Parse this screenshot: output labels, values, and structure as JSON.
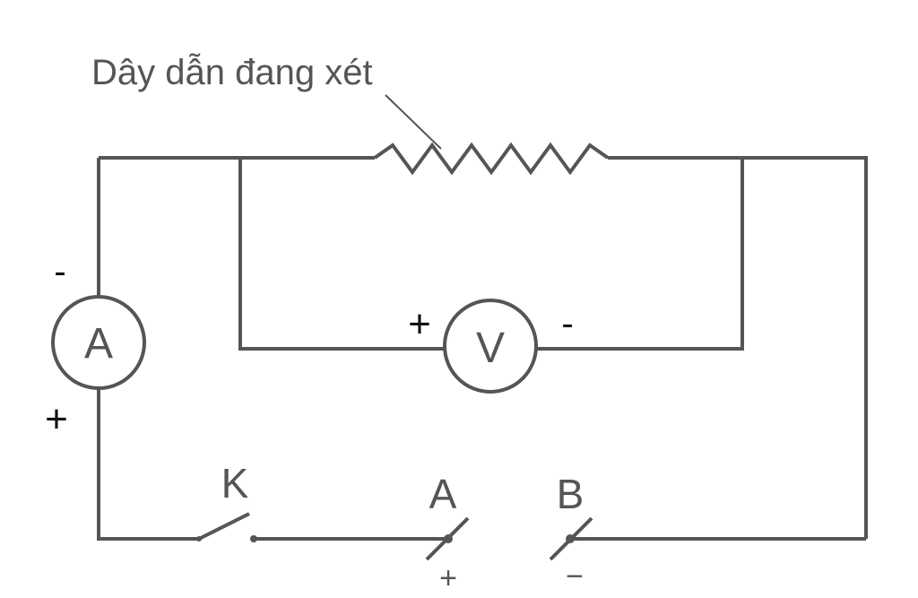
{
  "diagram": {
    "conductor_label": "Dây dẫn đang xét",
    "ammeter": {
      "symbol": "A",
      "minus": "-",
      "plus": "+"
    },
    "voltmeter": {
      "symbol": "V",
      "plus": "+",
      "minus": "-"
    },
    "switch_label": "K",
    "terminal_a": {
      "label": "A",
      "polarity": "+"
    },
    "terminal_b": {
      "label": "B",
      "polarity": "−"
    }
  },
  "colors": {
    "line": "#555555",
    "polarity_signs": "#111111",
    "background": "#ffffff"
  }
}
